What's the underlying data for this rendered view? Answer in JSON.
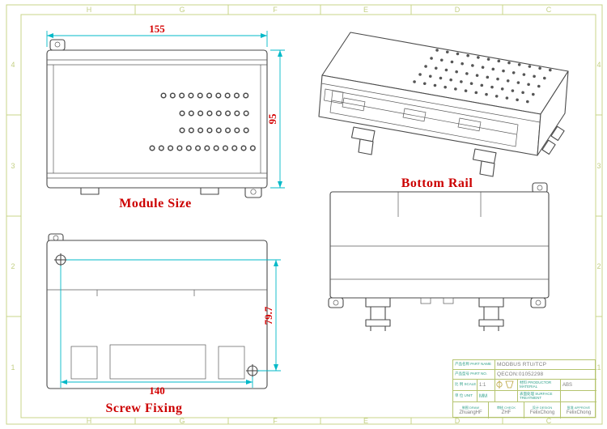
{
  "frame": {
    "zones_top": [
      "H",
      "G",
      "F",
      "E",
      "D",
      "C"
    ],
    "zones_bottom": [
      "H",
      "G",
      "F",
      "E",
      "D",
      "C"
    ],
    "zones_left": [
      "4",
      "3",
      "2",
      "1"
    ],
    "zones_right": [
      "4",
      "3",
      "2",
      "1"
    ]
  },
  "views": {
    "module_size": {
      "label": "Module Size",
      "width_dim": "155",
      "height_dim": "95"
    },
    "bottom_rail": {
      "label": "Bottom Rail"
    },
    "screw_fixing": {
      "label": "Screw Fixing",
      "width_dim": "140",
      "height_dim": "79.7"
    }
  },
  "title_block": {
    "part_name_label": "产品名称 PART NAME",
    "part_name": "MODBUS RTU/TCP",
    "part_no_label": "产品型号 PART NO.",
    "part_no": "QECON:01052298",
    "scale_label": "比 例 SCALE",
    "scale": "1:1",
    "unit_label": "单 位 UNIT",
    "unit": "MM",
    "material_label": "材料 PRODUCTOR MATERIAL",
    "material": "ABS",
    "surface_label": "表面处理 SURFACE TREATMENT",
    "surface": "",
    "draw_label": "制图 DRAW",
    "draw": "ZhuangHF",
    "check_label": "审核 CHECK",
    "check": "ZHF",
    "design_label": "设计 DESIGN",
    "design": "FelixChong",
    "approve_label": "批准 APPROVE",
    "approve": "FelixChong"
  },
  "colors": {
    "dimension_cyan": "#00b9c8",
    "label_red": "#cc0000",
    "frame_green": "#c8d489",
    "line_gray": "#4a4a4a",
    "titleblock_green": "#b5c46f",
    "titleblock_teal": "#2fa089",
    "symbol_olive": "#b9a23a"
  }
}
